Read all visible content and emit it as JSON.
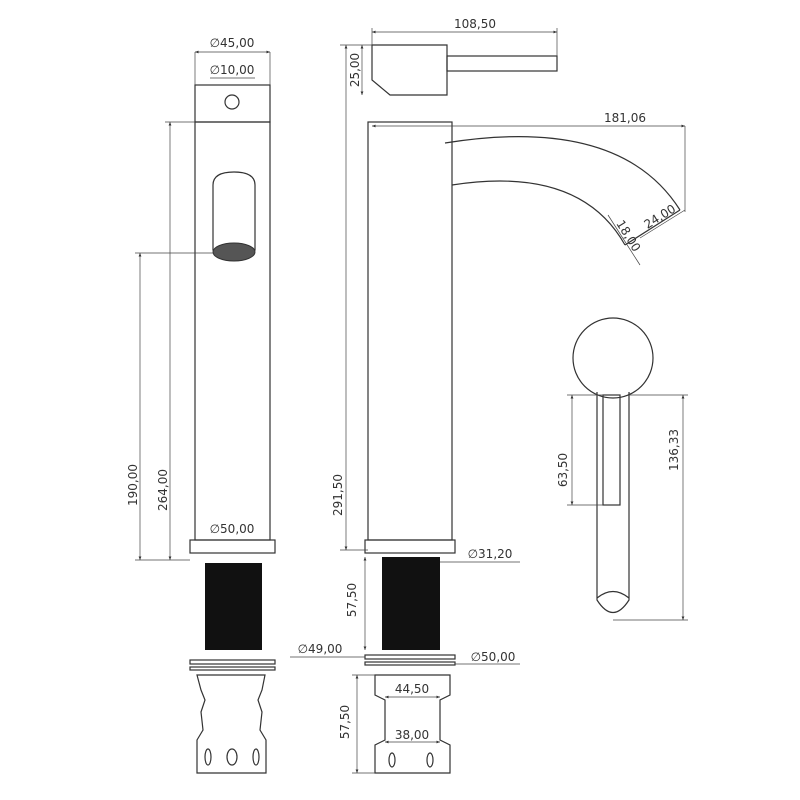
{
  "front_view": {
    "handle_diameter": "∅45,00",
    "handle_hole_diameter": "∅10,00",
    "height_total": "264,00",
    "spout_height": "190,00",
    "base_diameter": "∅50,00"
  },
  "side_view": {
    "lever_length": "108,50",
    "handle_height": "25,00",
    "spout_reach": "181,06",
    "spout_outer": "24,00",
    "spout_aerator": "18,00",
    "body_height": "291,50",
    "thread_diameter": "∅31,20",
    "thread_length": "57,50",
    "washer_diameter": "∅49,00",
    "plate_diameter": "∅50,00",
    "bracket_width_top": "44,50",
    "bracket_height": "57,50",
    "bracket_width_bottom": "38,00"
  },
  "top_view": {
    "lever_inner": "63,50",
    "lever_total": "136,33"
  },
  "colors": {
    "line": "#333333",
    "thread": "#111111"
  }
}
